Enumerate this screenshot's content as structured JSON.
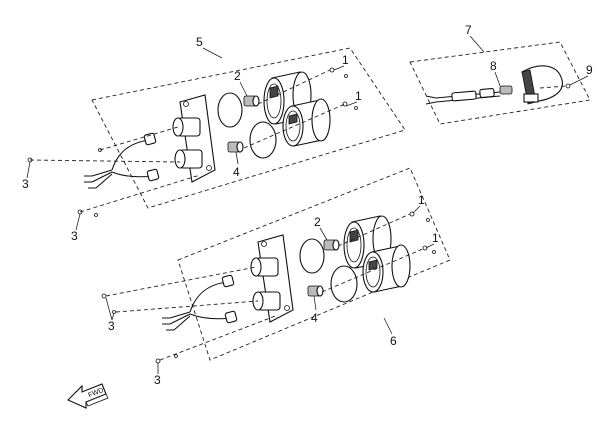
{
  "callouts": {
    "top": [
      {
        "id": "c5",
        "label": "5"
      },
      {
        "id": "c1a",
        "label": "1"
      },
      {
        "id": "c1b",
        "label": "1"
      },
      {
        "id": "c2",
        "label": "2"
      },
      {
        "id": "c4",
        "label": "4"
      },
      {
        "id": "c3a",
        "label": "3"
      },
      {
        "id": "c3b",
        "label": "3"
      }
    ],
    "right": [
      {
        "id": "c7",
        "label": "7"
      },
      {
        "id": "c8",
        "label": "8"
      },
      {
        "id": "c9",
        "label": "9"
      }
    ],
    "bottom": [
      {
        "id": "c6",
        "label": "6"
      },
      {
        "id": "c1c",
        "label": "1"
      },
      {
        "id": "c1d",
        "label": "1"
      },
      {
        "id": "c2b",
        "label": "2"
      },
      {
        "id": "c4b",
        "label": "4"
      },
      {
        "id": "c3c",
        "label": "3"
      },
      {
        "id": "c3d",
        "label": "3"
      }
    ]
  },
  "colors": {
    "line": "#111111",
    "background": "#ffffff"
  },
  "icons": {
    "direction_arrow": "fwd-arrow-icon"
  }
}
